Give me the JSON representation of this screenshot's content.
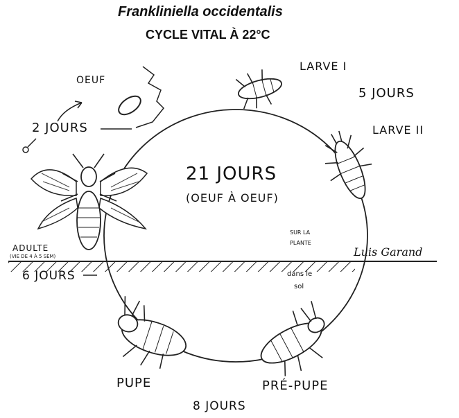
{
  "title": {
    "species": "Frankliniella occidentalis",
    "subtitle": "CYCLE VITAL À 22°C"
  },
  "center": {
    "duration": "21 JOURS",
    "detail": "(OEUF À OEUF)"
  },
  "stages": {
    "egg": "OEUF",
    "larva1": "LARVE I",
    "larva2": "LARVE II",
    "prepupa": "PRÉ-PUPE",
    "pupa": "PUPE",
    "adult": "ADULTE",
    "adult_note": "(VIE DE 4 À 5 SEM)"
  },
  "durations": {
    "egg": "2 JOURS",
    "larva": "5 JOURS",
    "pupa": "8 JOURS",
    "adult": "6 JOURS"
  },
  "zones": {
    "plant_line1": "SUR LA",
    "plant_line2": "PLANTE",
    "soil_line1": "dans le",
    "soil_line2": "sol"
  },
  "signature": "Luis Garand",
  "colors": {
    "ink": "#111111",
    "background": "#ffffff"
  }
}
